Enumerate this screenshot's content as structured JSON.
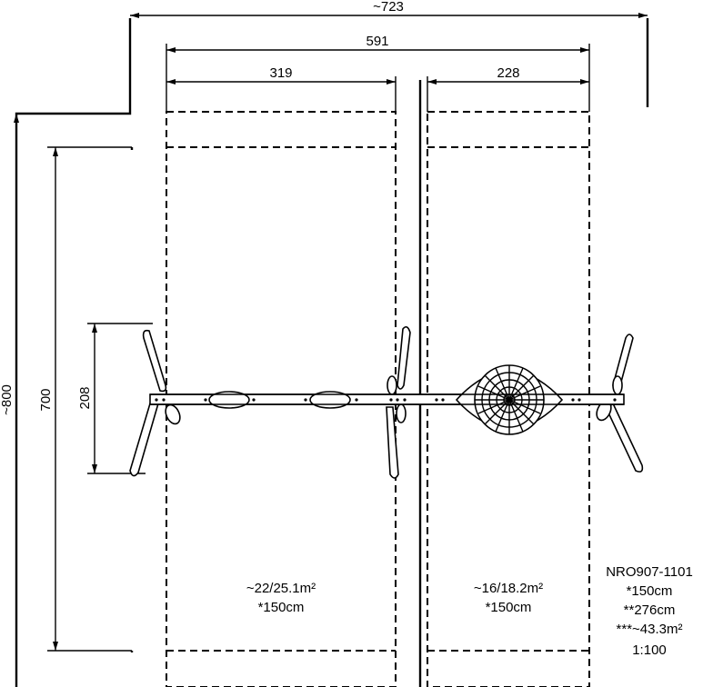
{
  "dimensions": {
    "overall_width": "~723",
    "span_width": "591",
    "left_zone_width": "319",
    "right_zone_width": "228",
    "overall_depth": "~800",
    "zone_depth": "700",
    "frame_depth": "208"
  },
  "zones": {
    "left": {
      "area": "~22/25.1m²",
      "height": "*150cm"
    },
    "right": {
      "area": "~16/18.2m²",
      "height": "*150cm"
    }
  },
  "info": {
    "model": "NRO907-1101",
    "fall_height": "*150cm",
    "total_height": "**276cm",
    "total_area": "***~43.3m²",
    "scale": "1:100"
  }
}
